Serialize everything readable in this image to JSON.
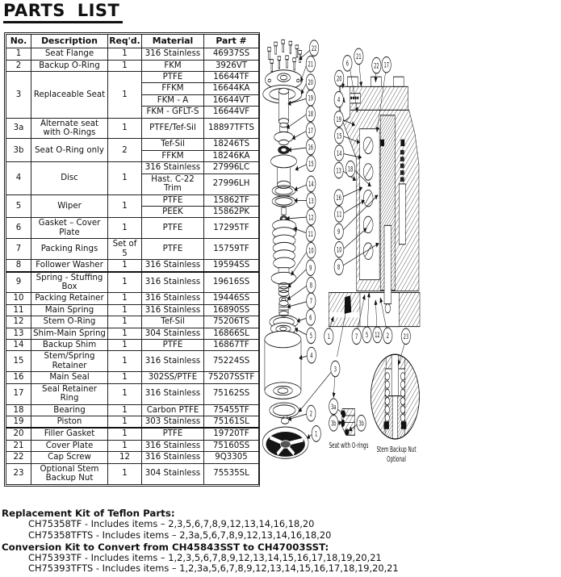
{
  "title": "PARTS LIST",
  "table": {
    "headers": [
      "No.",
      "Description",
      "Req'd.",
      "Material",
      "Part #"
    ],
    "rows": [
      {
        "no": "1",
        "desc": "Seat Flange",
        "req": "1",
        "materials": [
          {
            "m": "316 Stainless",
            "p": "46937SS"
          }
        ]
      },
      {
        "no": "2",
        "desc": "Backup O-Ring",
        "req": "1",
        "materials": [
          {
            "m": "FKM",
            "p": "3926VT"
          }
        ]
      },
      {
        "no": "3",
        "desc": "Replaceable Seat",
        "req": "1",
        "materials": [
          {
            "m": "PTFE",
            "p": "16644TF"
          },
          {
            "m": "FFKM",
            "p": "16644KA"
          },
          {
            "m": "FKM - A",
            "p": "16644VT"
          },
          {
            "m": "FKM - GFLT-S",
            "p": "16644VF"
          }
        ]
      },
      {
        "no": "3a",
        "desc": "Alternate seat with O-Rings",
        "req": "1",
        "materials": [
          {
            "m": "PTFE/Tef-Sil",
            "p": "18897TFTS"
          }
        ]
      },
      {
        "no": "3b",
        "desc": "Seat O-Ring only",
        "req": "2",
        "materials": [
          {
            "m": "Tef-Sil",
            "p": "18246TS"
          },
          {
            "m": "FFKM",
            "p": "18246KA"
          }
        ]
      },
      {
        "no": "4",
        "desc": "Disc",
        "req": "1",
        "materials": [
          {
            "m": "316 Stainless",
            "p": "27996LC"
          },
          {
            "m": "Hast. C-22 Trim",
            "p": "27996LH"
          }
        ]
      },
      {
        "no": "5",
        "desc": "Wiper",
        "req": "1",
        "materials": [
          {
            "m": "PTFE",
            "p": "15862TF"
          },
          {
            "m": "PEEK",
            "p": "15862PK"
          }
        ]
      },
      {
        "no": "6",
        "desc": "Gasket – Cover Plate",
        "req": "1",
        "materials": [
          {
            "m": "PTFE",
            "p": "17295TF"
          }
        ]
      },
      {
        "no": "7",
        "desc": "Packing Rings",
        "req": "Set of 5",
        "materials": [
          {
            "m": "PTFE",
            "p": "15759TF"
          }
        ]
      },
      {
        "no": "8",
        "desc": "Follower Washer",
        "req": "1",
        "materials": [
          {
            "m": "316 Stainless",
            "p": "19594SS"
          }
        ]
      },
      {
        "no": "9",
        "desc": "Spring - Stuffing Box",
        "req": "1",
        "materials": [
          {
            "m": "316 Stainless",
            "p": "19616SS"
          }
        ]
      },
      {
        "no": "10",
        "desc": "Packing Retainer",
        "req": "1",
        "materials": [
          {
            "m": "316 Stainless",
            "p": "19446SS"
          }
        ]
      },
      {
        "no": "11",
        "desc": "Main Spring",
        "req": "1",
        "materials": [
          {
            "m": "316 Stainless",
            "p": "16890SS"
          }
        ]
      },
      {
        "no": "12",
        "desc": "Stem O-Ring",
        "req": "1",
        "materials": [
          {
            "m": "Tef-Sil",
            "p": "75206TS"
          }
        ]
      },
      {
        "no": "13",
        "desc": "Shim-Main Spring",
        "req": "1",
        "materials": [
          {
            "m": "304 Stainless",
            "p": "16866SL"
          }
        ]
      },
      {
        "no": "14",
        "desc": "Backup Shim",
        "req": "1",
        "materials": [
          {
            "m": "PTFE",
            "p": "16867TF"
          }
        ]
      },
      {
        "no": "15",
        "desc": "Stem/Spring Retainer",
        "req": "1",
        "materials": [
          {
            "m": "316 Stainless",
            "p": "75224SS"
          }
        ]
      },
      {
        "no": "16",
        "desc": "Main Seal",
        "req": "1",
        "materials": [
          {
            "m": "302SS/PTFE",
            "p": "75207SSTF"
          }
        ]
      },
      {
        "no": "17",
        "desc": "Seal Retainer Ring",
        "req": "1",
        "materials": [
          {
            "m": "316 Stainless",
            "p": "75162SS"
          }
        ]
      },
      {
        "no": "18",
        "desc": "Bearing",
        "req": "1",
        "materials": [
          {
            "m": "Carbon PTFE",
            "p": "75455TF"
          }
        ]
      },
      {
        "no": "19",
        "desc": "Piston",
        "req": "1",
        "materials": [
          {
            "m": "303 Stainless",
            "p": "75161SL"
          }
        ]
      },
      {
        "no": "20",
        "desc": "Filler Gasket",
        "req": "1",
        "materials": [
          {
            "m": "PTFE",
            "p": "19720TF"
          }
        ]
      },
      {
        "no": "21",
        "desc": "Cover Plate",
        "req": "1",
        "materials": [
          {
            "m": "316 Stainless",
            "p": "75160SS"
          }
        ]
      },
      {
        "no": "22",
        "desc": "Cap Screw",
        "req": "12",
        "materials": [
          {
            "m": "316 Stainless",
            "p": "9Q3305"
          }
        ]
      },
      {
        "no": "23",
        "desc": "Optional Stem Backup Nut",
        "req": "1",
        "materials": [
          {
            "m": "304 Stainless",
            "p": "75535SL"
          }
        ]
      }
    ]
  },
  "diagram": {
    "exploded_callouts": [
      "22",
      "21",
      "20",
      "19",
      "18",
      "17",
      "16",
      "15",
      "14",
      "13",
      "12",
      "11",
      "10",
      "9",
      "8",
      "7",
      "6",
      "5",
      "4",
      "2",
      "1"
    ],
    "seat_callouts": [
      "3",
      "3a",
      "3b",
      "3b"
    ],
    "cross_callouts": [
      "6",
      "21",
      "22",
      "17",
      "20",
      "4",
      "19",
      "15",
      "14",
      "13",
      "18",
      "16",
      "11",
      "9",
      "10",
      "8",
      "1",
      "7",
      "5",
      "12",
      "2",
      "23"
    ],
    "labels": {
      "seat_detail": "Seat with O-rings",
      "stem_detail_line1": "Stem Backup Nut",
      "stem_detail_line2": "Optional"
    }
  },
  "footer": {
    "sections": [
      {
        "heading": "Replacement Kit of Teflon Parts:",
        "lines": [
          "CH75358TF - Includes items – 2,3,5,6,7,8,9,12,13,14,16,18,20",
          "CH75358TFTS - Includes items – 2,3a,5,6,7,8,9,12,13,14,16,18,20"
        ]
      },
      {
        "heading": "Conversion Kit to Convert from CH45843SST to CH47003SST:",
        "lines": [
          "CH75393TF - Includes items – 1,2,3,5,6,7,8,9,12,13,14,15,16,17,18,19,20,21",
          "CH75393TFTS - Includes items – 1,2,3a,5,6,7,8,9,12,13,14,15,16,17,18,19,20,21"
        ]
      }
    ]
  }
}
